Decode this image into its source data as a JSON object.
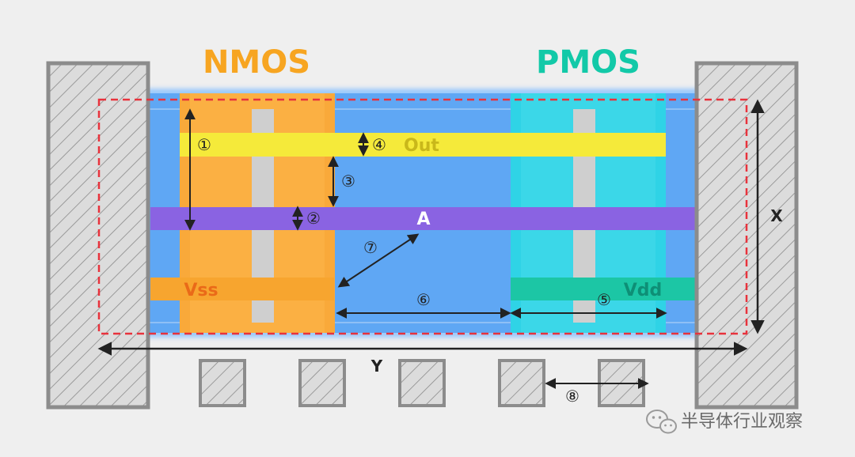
{
  "labels": {
    "nmos": "NMOS",
    "pmos": "PMOS",
    "out": "Out",
    "a": "A",
    "vss": "Vss",
    "vdd": "Vdd",
    "x": "X",
    "y": "Y"
  },
  "markers": {
    "m1": "①",
    "m2": "②",
    "m3": "③",
    "m4": "④",
    "m5": "⑤",
    "m6": "⑥",
    "m7": "⑦",
    "m8": "⑧"
  },
  "watermark": {
    "text": "半导体行业观察",
    "icon": "wechat-icon"
  },
  "colors": {
    "background": "#efefef",
    "cell_blue": "#5fa7f4",
    "nmos_orange": "#f9a93a",
    "pmos_cyan": "#2fd3e6",
    "out_yellow": "#f5ea3a",
    "gate_purple": "#8a63e2",
    "vss_bar": "#f7a52f",
    "vdd_bar": "#1cc6a5",
    "gray_fill": "#d9d9d9",
    "gray_border": "#8c8c8c",
    "dashed_red": "#e8323c",
    "nmos_text": "#f7a521",
    "pmos_text": "#12c9a8"
  }
}
